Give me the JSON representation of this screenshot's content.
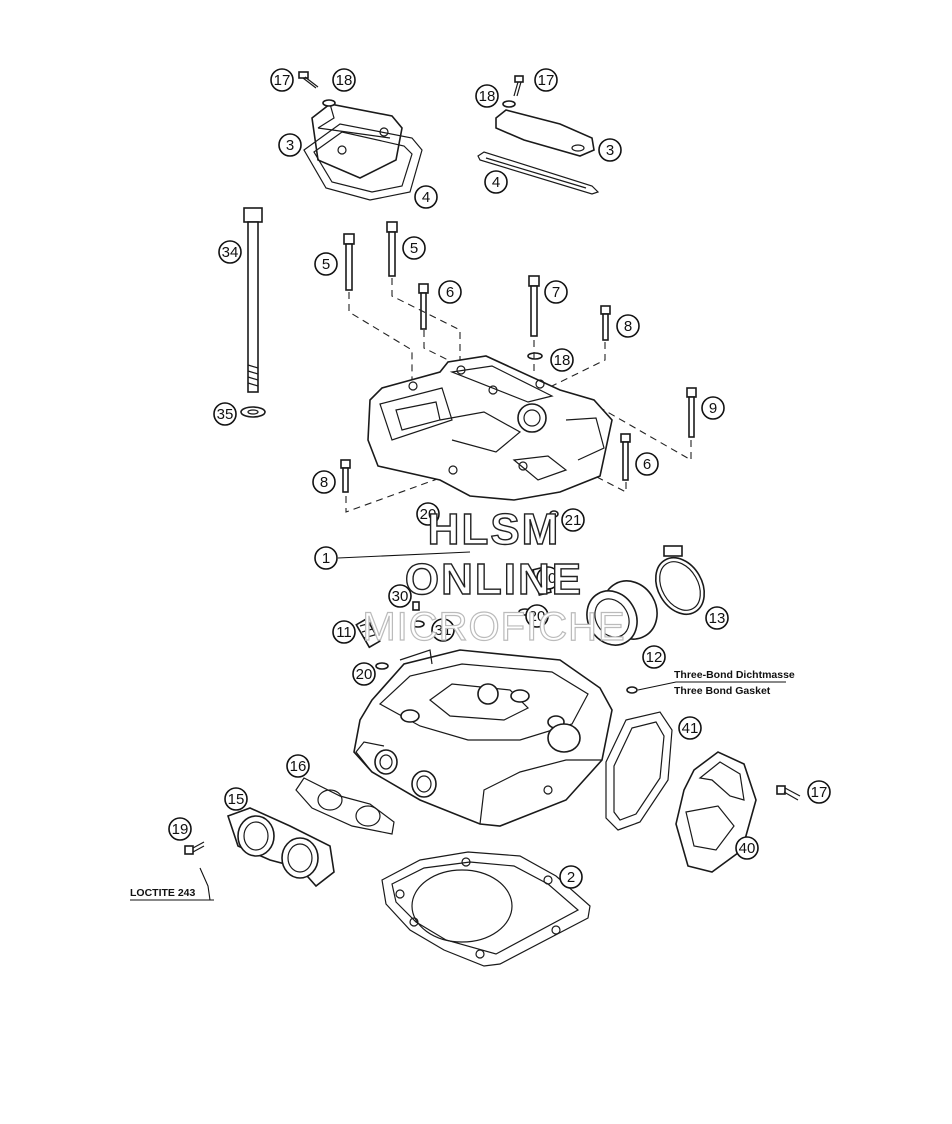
{
  "diagram": {
    "callouts": [
      {
        "id": "c17a",
        "label": "17"
      },
      {
        "id": "c18a",
        "label": "18"
      },
      {
        "id": "c3a",
        "label": "3"
      },
      {
        "id": "c4a",
        "label": "4"
      },
      {
        "id": "c18b",
        "label": "18"
      },
      {
        "id": "c17b",
        "label": "17"
      },
      {
        "id": "c3b",
        "label": "3"
      },
      {
        "id": "c4b",
        "label": "4"
      },
      {
        "id": "c34",
        "label": "34"
      },
      {
        "id": "c35",
        "label": "35"
      },
      {
        "id": "c5a",
        "label": "5"
      },
      {
        "id": "c5b",
        "label": "5"
      },
      {
        "id": "c6a",
        "label": "6"
      },
      {
        "id": "c7",
        "label": "7"
      },
      {
        "id": "c8a",
        "label": "8"
      },
      {
        "id": "c18c",
        "label": "18"
      },
      {
        "id": "c9",
        "label": "9"
      },
      {
        "id": "c6b",
        "label": "6"
      },
      {
        "id": "c8b",
        "label": "8"
      },
      {
        "id": "c20a",
        "label": "20"
      },
      {
        "id": "c21",
        "label": "21"
      },
      {
        "id": "c1",
        "label": "1"
      },
      {
        "id": "c10",
        "label": "10"
      },
      {
        "id": "c30",
        "label": "30"
      },
      {
        "id": "c20b",
        "label": "20"
      },
      {
        "id": "c31",
        "label": "31"
      },
      {
        "id": "c11",
        "label": "11"
      },
      {
        "id": "c13",
        "label": "13"
      },
      {
        "id": "c12",
        "label": "12"
      },
      {
        "id": "c20c",
        "label": "20"
      },
      {
        "id": "c41",
        "label": "41"
      },
      {
        "id": "c16",
        "label": "16"
      },
      {
        "id": "c15",
        "label": "15"
      },
      {
        "id": "c17c",
        "label": "17"
      },
      {
        "id": "c19",
        "label": "19"
      },
      {
        "id": "c40",
        "label": "40"
      },
      {
        "id": "c2",
        "label": "2"
      }
    ],
    "notes": {
      "threebond_de": "Three-Bond Dichtmasse",
      "threebond_en": "Three Bond Gasket",
      "loctite": "LOCTITE 243"
    },
    "watermark": {
      "line1": "HLSM",
      "line2": "ONLINE",
      "line3": "MICROFICHE"
    }
  }
}
